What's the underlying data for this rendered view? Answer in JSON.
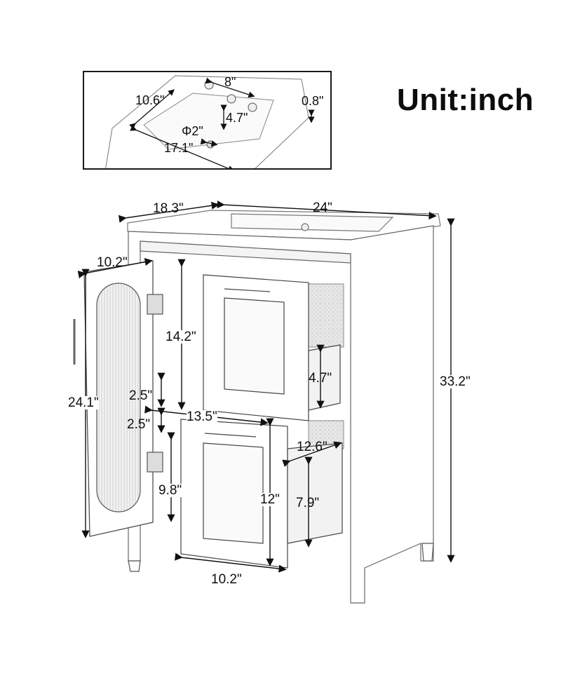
{
  "title": "Unit:inch",
  "inset": {
    "label": "basin-top-detail",
    "dims": {
      "faucet_spacing": "8\"",
      "basin_width": "10.6\"",
      "basin_depth": "4.7\"",
      "top_thickness": "0.8\"",
      "drain_diameter": "Φ2\"",
      "basin_length": "17.1\""
    }
  },
  "main": {
    "dims": {
      "depth": "18.3\"",
      "width": "24\"",
      "height": "33.2\"",
      "door_width": "10.2\"",
      "door_height": "24.1\"",
      "upper_clearance": "14.2\"",
      "shelf_gap_top": "2.5\"",
      "shelf_gap_bottom": "2.5\"",
      "shelf_width": "13.5\"",
      "top_drawer_depth": "4.7\"",
      "drawer_inner_depth": "12.6\"",
      "lower_clearance": "9.8\"",
      "drawer_front_height": "12\"",
      "drawer_inner_height": "7.9\"",
      "drawer_front_width": "10.2\""
    }
  },
  "colors": {
    "line": "#1a1a1a",
    "sketch": "#555555",
    "shade": "#d8d8d8",
    "background": "#ffffff"
  }
}
